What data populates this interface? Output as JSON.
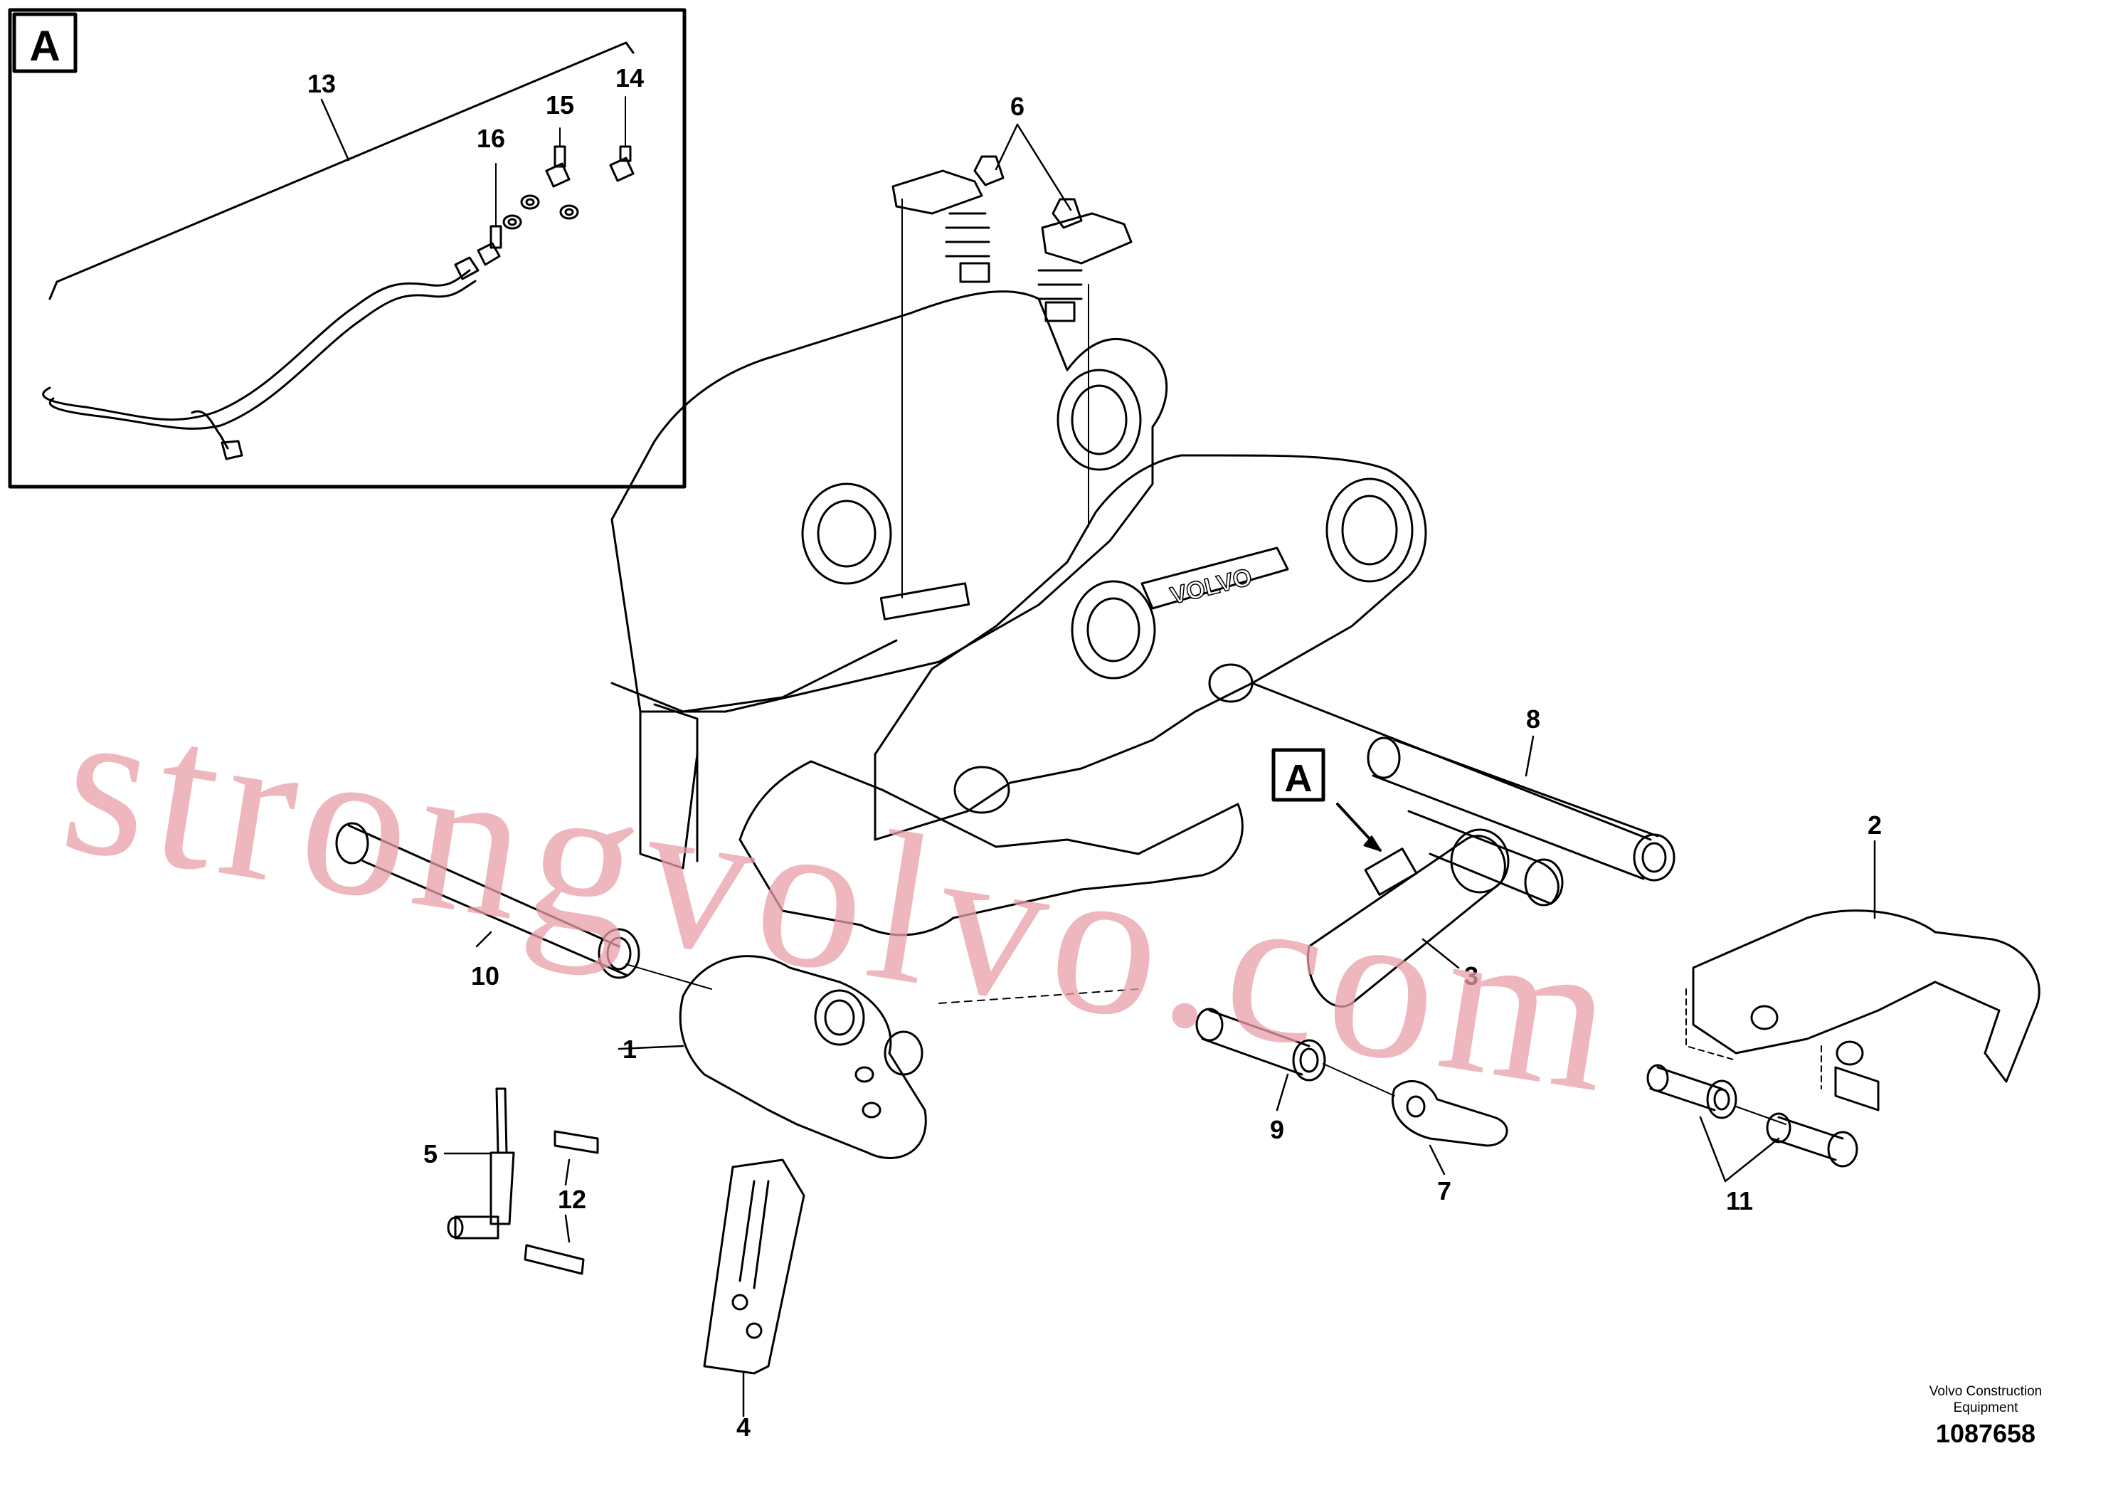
{
  "inset": {
    "label": "A"
  },
  "detail_flag": {
    "label": "A"
  },
  "callouts": {
    "c1": "1",
    "c2": "2",
    "c3": "3",
    "c4": "4",
    "c5": "5",
    "c6": "6",
    "c7": "7",
    "c8": "8",
    "c9": "9",
    "c10": "10",
    "c11": "11",
    "c12": "12",
    "c13": "13",
    "c14": "14",
    "c15": "15",
    "c16": "16"
  },
  "frame_logo": "VOLVO",
  "watermark": "strongvolvo.com",
  "footer": {
    "company": "Volvo Construction Equipment",
    "document_number": "1087658"
  },
  "colors": {
    "line": "#000000",
    "watermark": "#e8a0a8",
    "background": "#ffffff"
  }
}
